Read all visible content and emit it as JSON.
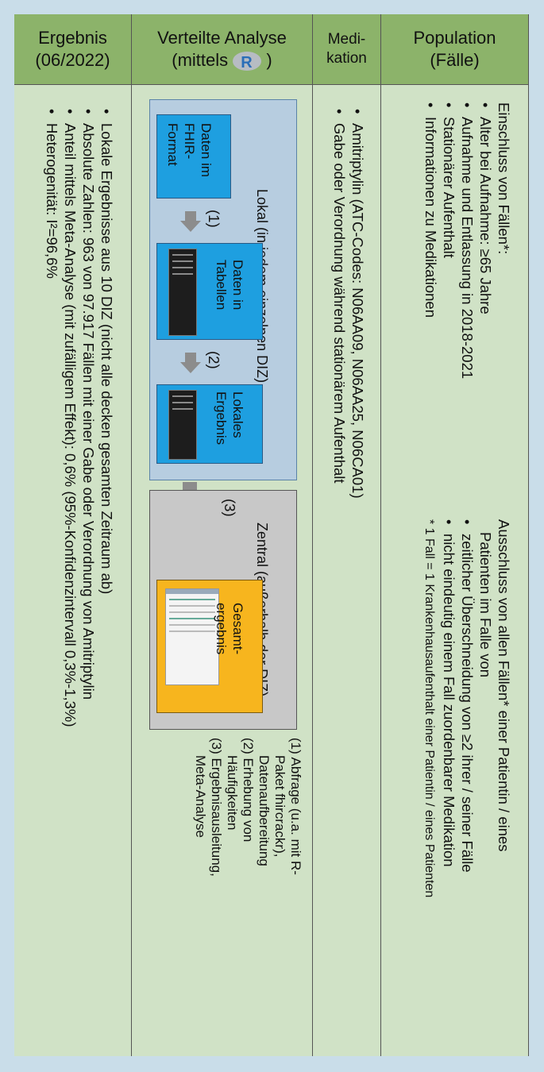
{
  "columns": {
    "ergebnis": {
      "title_line1": "Ergebnis",
      "title_line2": "(06/2022)"
    },
    "analyse": {
      "title_line1": "Verteilte Analyse",
      "title_line2_prefix": "(mittels",
      "title_line2_suffix": ")",
      "r_logo": "R"
    },
    "medikation": {
      "title_line1": "Medi-",
      "title_line2": "kation"
    },
    "population": {
      "title_line1": "Population",
      "title_line2": "(Fälle)"
    }
  },
  "population": {
    "einschluss_title": "Einschluss von Fällen*:",
    "einschluss_items": [
      "Alter bei Aufnahme: ≥65 Jahre",
      "Aufnahme und Entlassung in  2018-2021",
      "Stationärer Aufenthalt",
      "Informationen zu Medikationen"
    ],
    "ausschluss_line1": "Ausschluss  von  allen  Fällen*  einer  Patientin  /  eines",
    "ausschluss_line2": "Patienten im Falle von",
    "ausschluss_items": [
      "zeitlicher Überschneidung von ≥2 ihrer / seiner Fälle",
      "nicht eindeutig einem Fall zuordenbarer Medikation"
    ],
    "footnote": "* 1 Fall = 1 Krankenhausaufenthalt einer Patientin / eines Patienten"
  },
  "medikation": {
    "items": [
      "Amitriptylin (ATC-Codes: N06AA09, N06AA25, N06CA01)",
      "Gabe oder Verordnung während stationärem Aufenthalt"
    ]
  },
  "analyse": {
    "lokal_title": "Lokal (in jedem einzelnen DIZ)",
    "zentral_title": "Zentral (außerhalb der DIZ)",
    "box_fhir": [
      "Daten im",
      "FHIR-",
      "Format"
    ],
    "box_tabellen": [
      "Daten in",
      "Tabellen"
    ],
    "box_lokal": [
      "Lokales",
      "Ergebnis"
    ],
    "box_gesamt": [
      "Gesamt-",
      "ergebnis"
    ],
    "step1": "(1)",
    "step2": "(2)",
    "step3": "(3)",
    "legend": [
      "(1) Abfrage (u.a. mit R-",
      "Paket fhircrackr),",
      "Datenaufbereitung",
      "(2) Erhebung von",
      "Häufigkeiten",
      "(3) Ergebnisausleitung,",
      "Meta-Analyse"
    ]
  },
  "ergebnis": {
    "items": [
      "Lokale Ergebnisse aus 10 DIZ (nicht alle decken gesamten Zeitraum ab)",
      "Absolute Zahlen: 963 von 97.917 Fällen mit einer Gabe oder Verordnung von Amitriptylin",
      "Anteil mittels Meta-Analyse (mit zufälligem Effekt): 0,6% (95%-Konfidenzintervall 0,3%-1,3%)",
      "Heterogenität: I²=96,6%"
    ]
  },
  "colors": {
    "header_green": "#8cb36a",
    "body_green": "#d0e2c6",
    "background": "#c9dde9",
    "box_blue": "#1e9fe0",
    "box_orange": "#f7b51e",
    "lokal_bg": "#b7cde0",
    "zentral_bg": "#c8c8c8"
  }
}
